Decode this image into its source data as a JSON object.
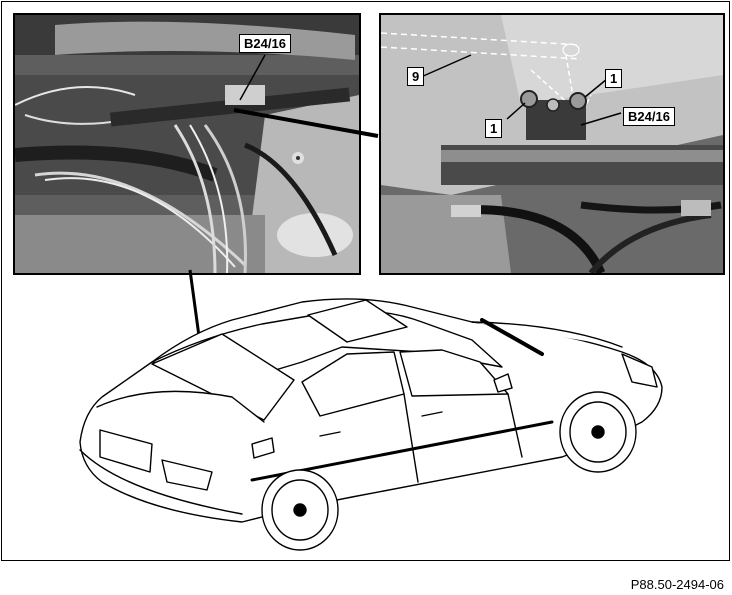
{
  "figure_code": "P88.50-2494-06",
  "left_photo": {
    "callout_sensor": "B24/16"
  },
  "right_photo": {
    "callout_part_9": "9",
    "callout_bolt_right": "1",
    "callout_bolt_left": "1",
    "callout_sensor": "B24/16"
  }
}
